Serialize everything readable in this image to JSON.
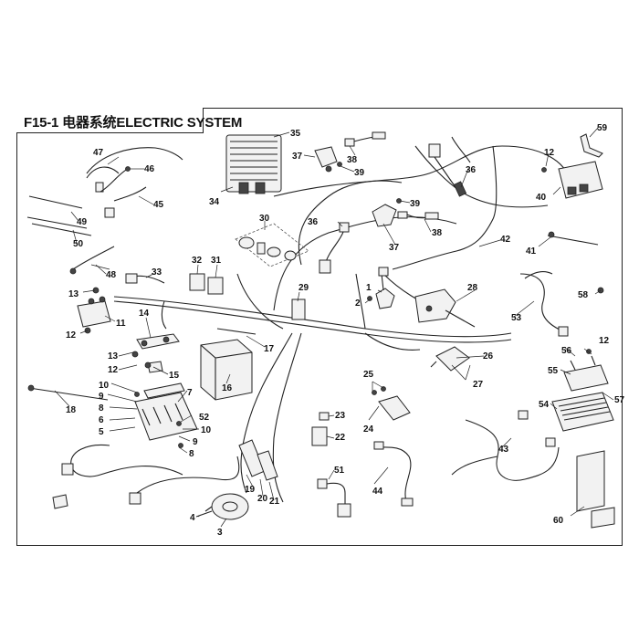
{
  "title": "F15-1 电器系统ELECTRIC SYSTEM",
  "callouts": [
    "1",
    "2",
    "3",
    "4",
    "5",
    "6",
    "7",
    "8",
    "9",
    "10",
    "11",
    "12",
    "13",
    "14",
    "15",
    "16",
    "17",
    "18",
    "19",
    "20",
    "21",
    "22",
    "23",
    "24",
    "25",
    "26",
    "27",
    "28",
    "29",
    "30",
    "31",
    "32",
    "33",
    "34",
    "35",
    "36",
    "37",
    "38",
    "39",
    "40",
    "41",
    "42",
    "43",
    "44",
    "45",
    "46",
    "47",
    "48",
    "49",
    "50",
    "51",
    "52",
    "53",
    "54",
    "55",
    "56",
    "57",
    "58",
    "59",
    "60"
  ]
}
